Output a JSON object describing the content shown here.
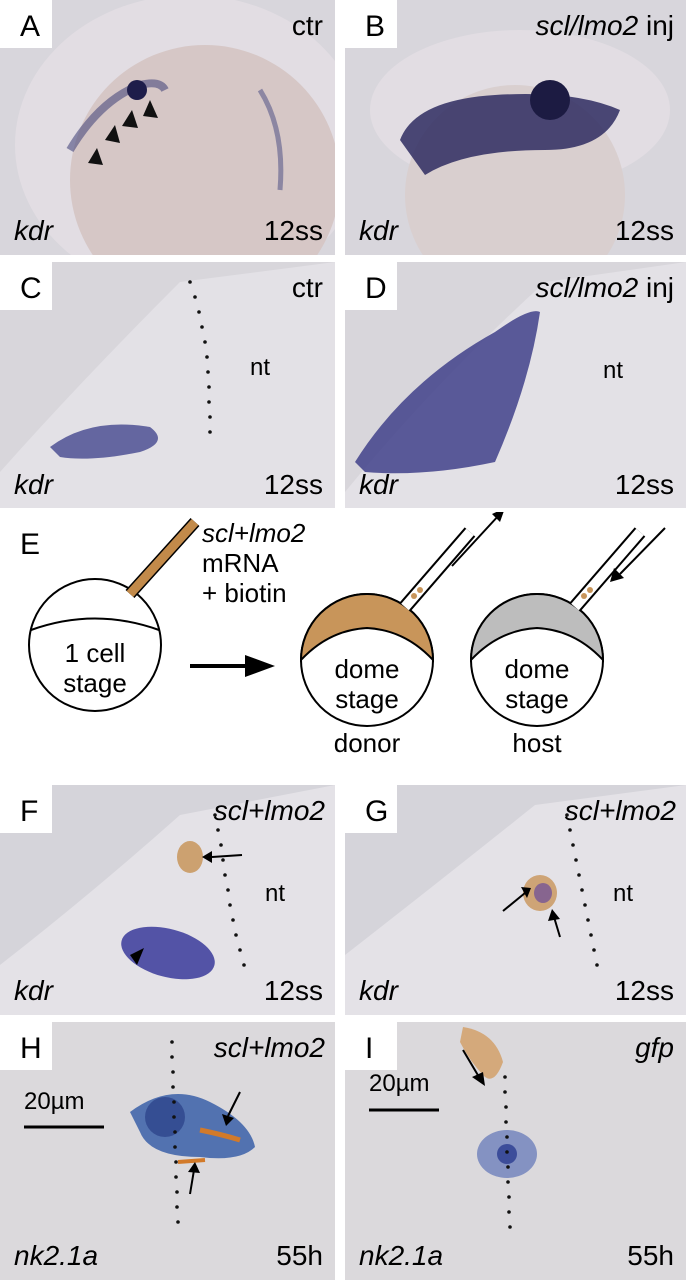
{
  "panels": [
    {
      "letter": "A",
      "corner": "ctr",
      "corner_italic": "",
      "gene": "kdr",
      "stage": "12ss"
    },
    {
      "letter": "B",
      "corner": " inj",
      "corner_italic": "scl/lmo2",
      "gene": "kdr",
      "stage": "12ss"
    },
    {
      "letter": "C",
      "corner": "ctr",
      "corner_italic": "",
      "gene": "kdr",
      "stage": "12ss",
      "label": "nt"
    },
    {
      "letter": "D",
      "corner": " inj",
      "corner_italic": "scl/lmo2",
      "gene": "kdr",
      "stage": "12ss",
      "label": "nt"
    },
    {
      "letter": "F",
      "corner": "",
      "corner_italic": "scl+lmo2",
      "gene": "kdr",
      "stage": "12ss",
      "label": "nt"
    },
    {
      "letter": "G",
      "corner": "",
      "corner_italic": "scl+lmo2",
      "gene": "kdr",
      "stage": "12ss",
      "label": "nt"
    },
    {
      "letter": "H",
      "corner": "",
      "corner_italic": "scl+lmo2",
      "gene": "nk2.1a",
      "stage": "55h",
      "scalebar": "20µm"
    },
    {
      "letter": "I",
      "corner": "",
      "corner_italic": "gfp",
      "gene": "nk2.1a",
      "stage": "55h",
      "scalebar": "20µm"
    }
  ],
  "scheme": {
    "letter": "E",
    "injection": "scl+lmo2",
    "mrna": "mRNA",
    "biotin": "+ biotin",
    "cell1": "1 cell",
    "cell2": "stage",
    "dome1": "dome",
    "dome2": "stage",
    "donor": "donor",
    "host": "host"
  },
  "colors": {
    "stain": "#2b2a6e",
    "biotin": "#c8955a",
    "embryo_bg": "#d8d2cc",
    "tissue": "#d9d7da"
  }
}
